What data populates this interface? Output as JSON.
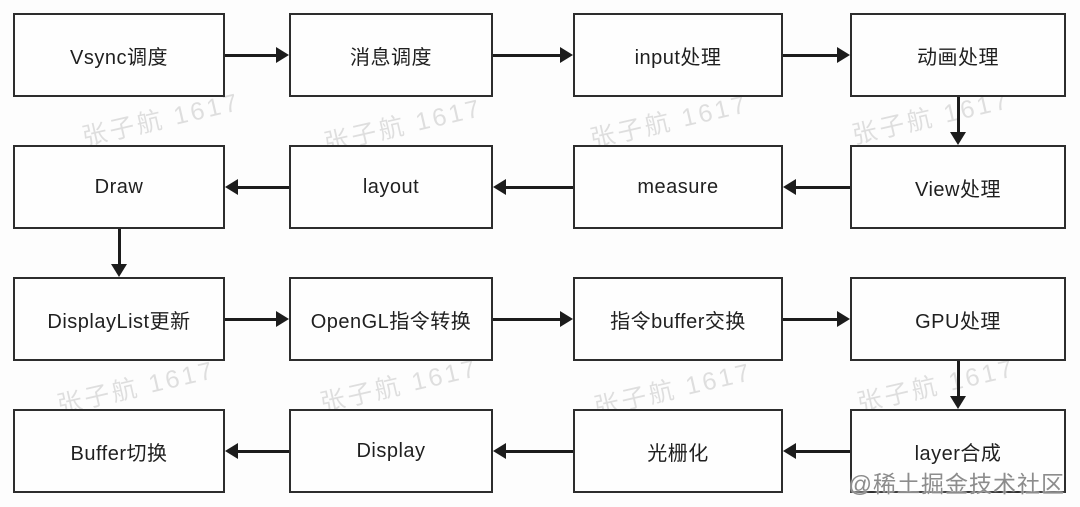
{
  "colors": {
    "background": "#fdfdfd",
    "box_fill": "#fefefe",
    "box_border": "#2d2d2d",
    "arrow": "#1c1c1c",
    "text": "#1f1f1f",
    "watermark": "#dcdcdc",
    "credit": "#8c8c8c"
  },
  "watermark": {
    "text": "张子航 1617"
  },
  "credit": {
    "text": "@稀土掘金技术社区"
  },
  "flow": {
    "rows": [
      {
        "direction": "right",
        "nodes": [
          "Vsync调度",
          "消息调度",
          "input处理",
          "动画处理"
        ]
      },
      {
        "direction": "left",
        "nodes": [
          "Draw",
          "layout",
          "measure",
          "View处理"
        ]
      },
      {
        "direction": "right",
        "nodes": [
          "DisplayList更新",
          "OpenGL指令转换",
          "指令buffer交换",
          "GPU处理"
        ]
      },
      {
        "direction": "left",
        "nodes": [
          "Buffer切换",
          "Display",
          "光栅化",
          "layer合成"
        ]
      }
    ],
    "sequence": [
      "Vsync调度",
      "消息调度",
      "input处理",
      "动画处理",
      "View处理",
      "measure",
      "layout",
      "Draw",
      "DisplayList更新",
      "OpenGL指令转换",
      "指令buffer交换",
      "GPU处理",
      "layer合成",
      "光栅化",
      "Display",
      "Buffer切换"
    ]
  }
}
